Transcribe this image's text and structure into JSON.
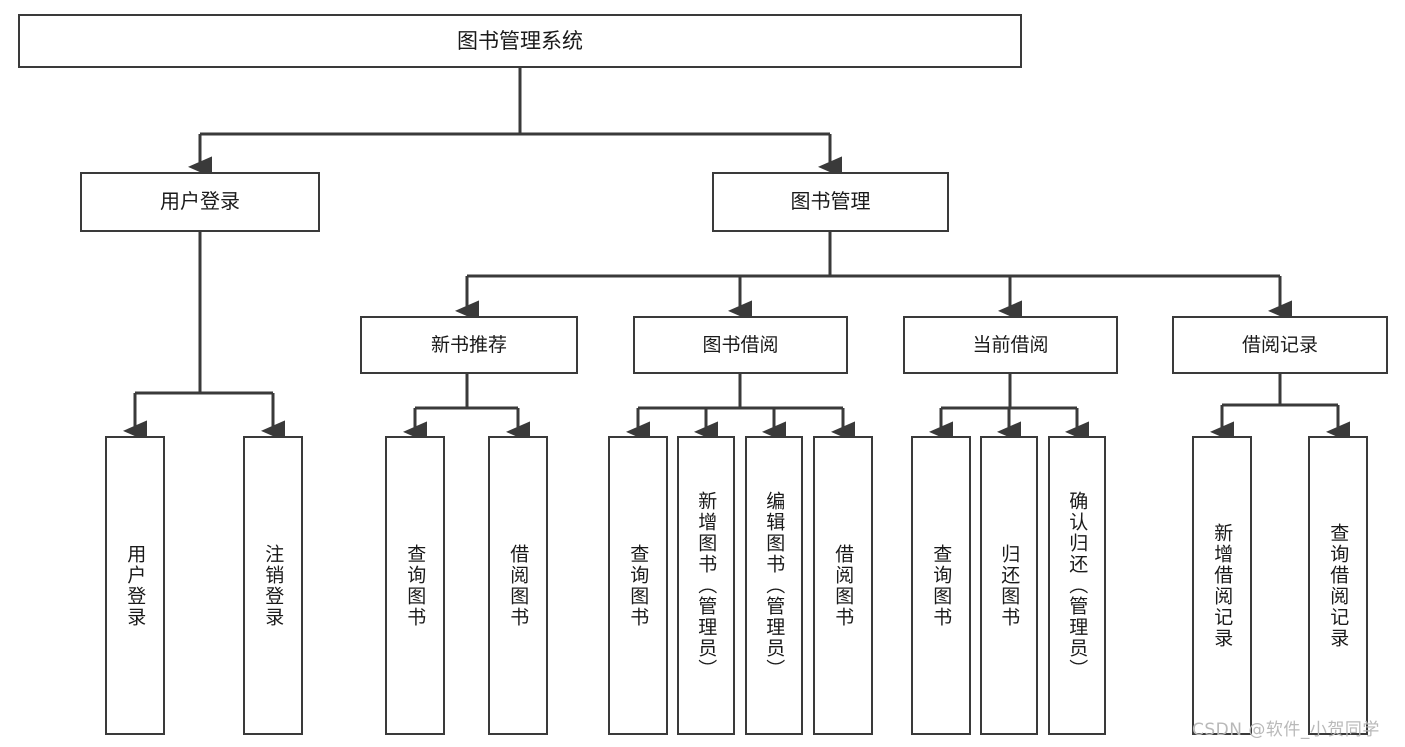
{
  "diagram": {
    "type": "tree",
    "title": "图书管理系统",
    "orientation": "top-down",
    "colors": {
      "background": "#ffffff",
      "border": "#3a3a3a",
      "line": "#3a3a3a",
      "text": "#1a1a1a",
      "watermark": "#b9b9b9"
    }
  },
  "root": {
    "label": "图书管理系统"
  },
  "level1": [
    {
      "id": "user-login",
      "label": "用户登录"
    },
    {
      "id": "book-manage",
      "label": "图书管理"
    }
  ],
  "level2": [
    {
      "id": "new-book-recommend",
      "label": "新书推荐"
    },
    {
      "id": "book-borrow",
      "label": "图书借阅"
    },
    {
      "id": "current-borrow",
      "label": "当前借阅"
    },
    {
      "id": "borrow-record",
      "label": "借阅记录"
    }
  ],
  "leaves": {
    "user_login": [
      {
        "id": "leaf-user-login",
        "label": "用户登录"
      },
      {
        "id": "leaf-logout-login",
        "label": "注销登录"
      }
    ],
    "new_book_recommend": [
      {
        "id": "leaf-query-book-1",
        "label": "查询图书"
      },
      {
        "id": "leaf-borrow-book-1",
        "label": "借阅图书"
      }
    ],
    "book_borrow": [
      {
        "id": "leaf-query-book-2",
        "label": "查询图书"
      },
      {
        "id": "leaf-add-book",
        "label": "新增图书（管理员）"
      },
      {
        "id": "leaf-edit-book",
        "label": "编辑图书（管理员）"
      },
      {
        "id": "leaf-borrow-book-2",
        "label": "借阅图书"
      }
    ],
    "current_borrow": [
      {
        "id": "leaf-query-book-3",
        "label": "查询图书"
      },
      {
        "id": "leaf-return-book",
        "label": "归还图书"
      },
      {
        "id": "leaf-confirm-return",
        "label": "确认归还（管理员）"
      }
    ],
    "borrow_record": [
      {
        "id": "leaf-add-record",
        "label": "新增借阅记录"
      },
      {
        "id": "leaf-query-record",
        "label": "查询借阅记录"
      }
    ]
  },
  "watermark": {
    "text": "CSDN @软件_小贺同学"
  }
}
